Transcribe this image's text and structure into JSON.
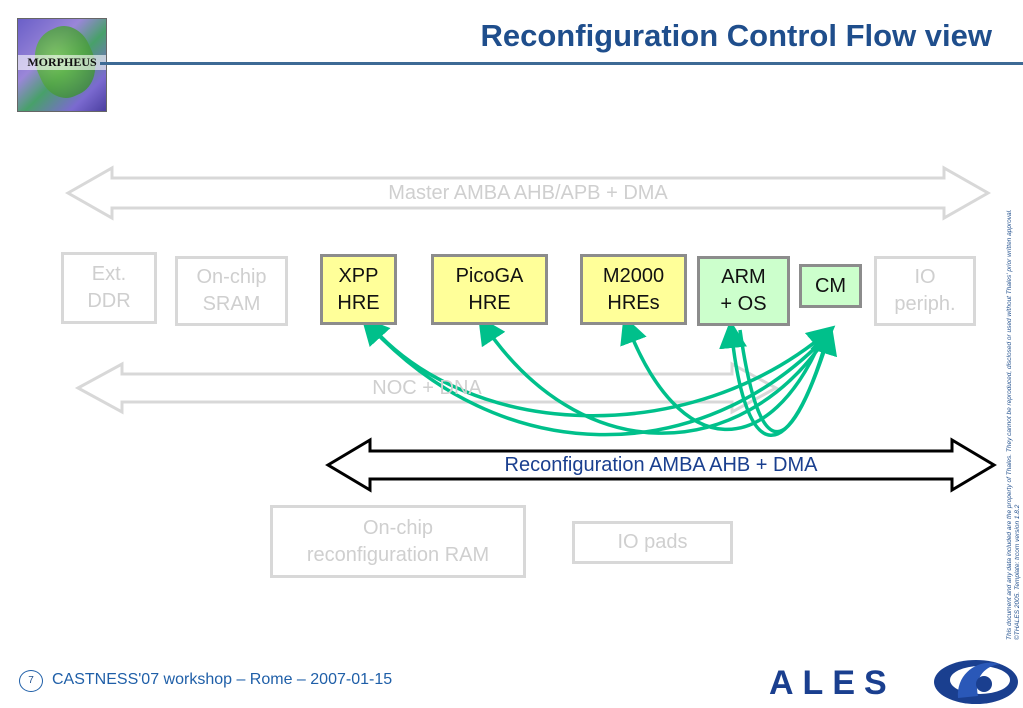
{
  "header": {
    "title": "Reconfiguration Control Flow view",
    "logo_text": "MORPHEUS"
  },
  "diagram": {
    "master_bus": "Master AMBA AHB/APB + DMA",
    "noc_bus": "NOC + DNA",
    "reconf_bus": "Reconfiguration AMBA AHB + DMA",
    "blocks": {
      "ext_ddr": "Ext.\nDDR",
      "onchip_sram": "On-chip\nSRAM",
      "xpp": "XPP\nHRE",
      "picoga": "PicoGA\nHRE",
      "m2000": "M2000\nHREs",
      "arm": "ARM\n+ OS",
      "cm": "CM",
      "io_periph": "IO\nperiph.",
      "reconf_ram": "On-chip\nreconfiguration RAM",
      "io_pads": "IO pads"
    },
    "colors": {
      "accent_arrows": "#00c08b",
      "hre_fill": "#ffff99",
      "cpu_fill": "#ccffcc",
      "faded": "#d8d8d8"
    }
  },
  "side_note": "This document and any data included are the property of Thales. They cannot be reproduced, disclosed or used without Thales' prior written approval. ©THALES 2005. Template: trcom version 1.8.2",
  "footer": {
    "page": "7",
    "text": "CASTNESS'07 workshop – Rome – 2007-01-15",
    "brand": "ALES"
  }
}
